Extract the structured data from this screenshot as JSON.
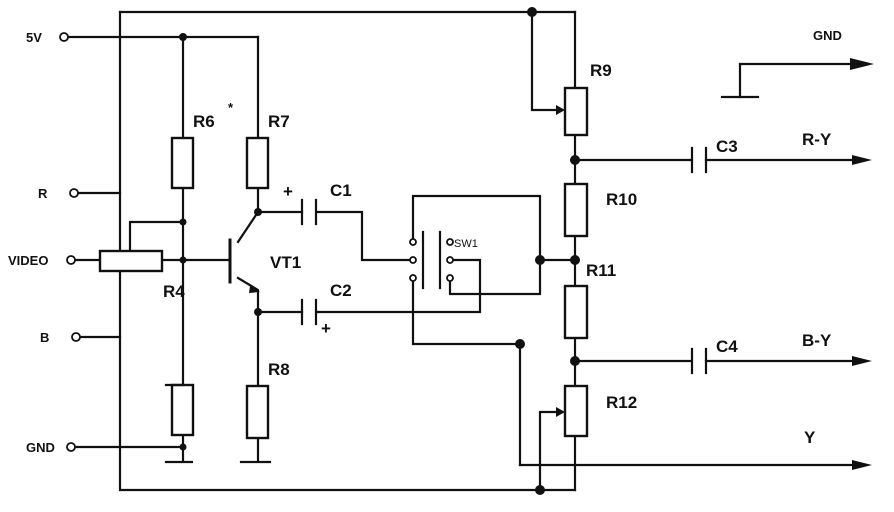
{
  "ports": {
    "v5": "5V",
    "r": "R",
    "video": "VIDEO",
    "b": "B",
    "gnd_in": "GND",
    "gnd_out": "GND"
  },
  "outputs": {
    "ry": "R-Y",
    "by": "B-Y",
    "y": "Y"
  },
  "components": {
    "r4": "R4",
    "r6": "R6",
    "r6_mark": "*",
    "r7": "R7",
    "r8": "R8",
    "r9": "R9",
    "r10": "R10",
    "r11": "R11",
    "r12": "R12",
    "c1": "C1",
    "c2": "C2",
    "c3": "C3",
    "c4": "C4",
    "vt1": "VT1",
    "sw1": "SW1",
    "plus": "+"
  }
}
